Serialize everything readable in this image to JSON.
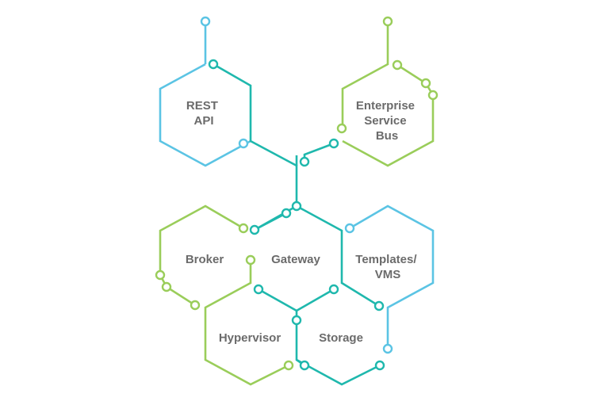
{
  "colors": {
    "blue": "#5bc4e4",
    "green": "#9acd5a",
    "teal": "#1fb8ad",
    "text": "#6b6b6b",
    "background": "#ffffff"
  },
  "nodes": {
    "rest_api": {
      "line1": "REST",
      "line2": "API"
    },
    "enterprise_service_bus": {
      "line1": "Enterprise",
      "line2": "Service",
      "line3": "Bus"
    },
    "broker": {
      "label": "Broker"
    },
    "gateway": {
      "label": "Gateway"
    },
    "templates_vms": {
      "line1": "Templates/",
      "line2": "VMS"
    },
    "hypervisor": {
      "label": "Hypervisor"
    },
    "storage": {
      "label": "Storage"
    }
  }
}
